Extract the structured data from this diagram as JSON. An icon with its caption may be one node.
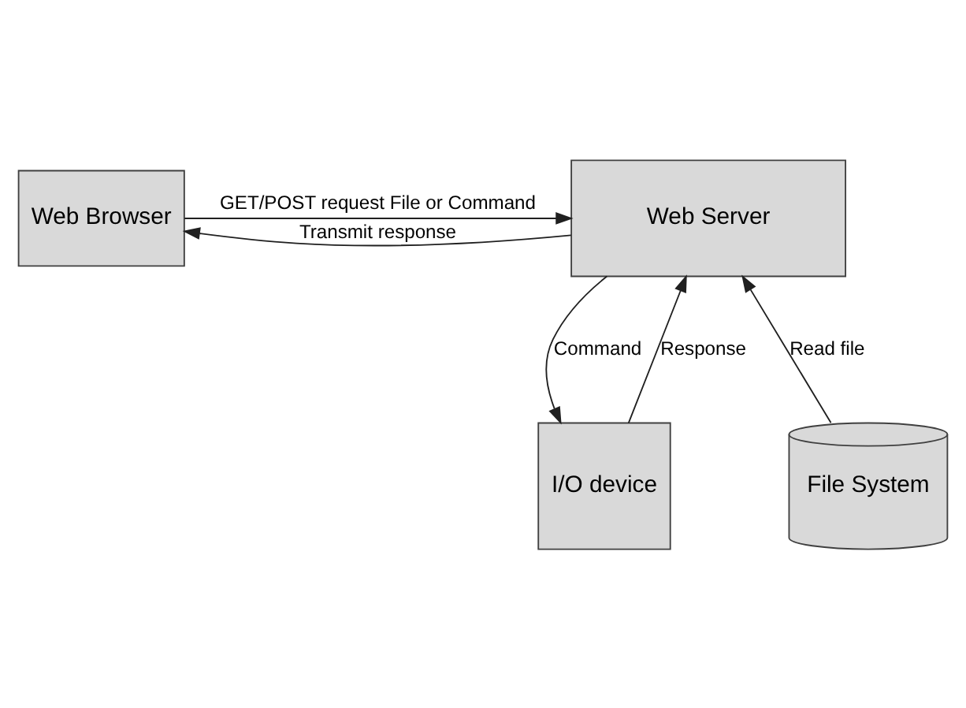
{
  "diagram": {
    "nodes": [
      {
        "text": [
          "Web Browser"
        ]
      },
      {
        "text": [
          "Web Server"
        ]
      },
      {
        "text": [
          "I/O device"
        ]
      },
      {
        "text": [
          "File System"
        ]
      }
    ],
    "edges": [
      {
        "from": 0,
        "to": 1,
        "arrow": "to",
        "label": "GET/POST request File or Command"
      },
      {
        "from": 1,
        "to": 0,
        "arrow": "to",
        "label": "Transmit response"
      },
      {
        "from": 2,
        "to": 1,
        "arrow": "to",
        "label": "Response"
      },
      {
        "from": 1,
        "to": 2,
        "arrow": "to",
        "label": "Command"
      },
      {
        "from": 3,
        "to": 1,
        "arrow": "to",
        "label": "Read file"
      }
    ]
  }
}
